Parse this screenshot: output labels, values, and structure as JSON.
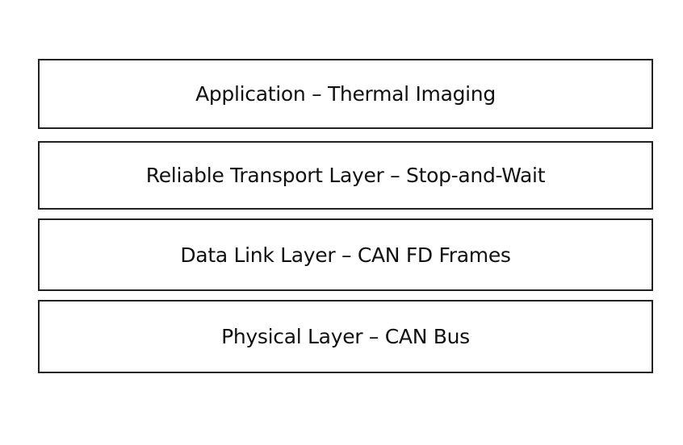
{
  "diagram": {
    "layers": [
      {
        "label": "Application – Thermal Imaging"
      },
      {
        "label": "Reliable Transport Layer – Stop-and-Wait"
      },
      {
        "label": "Data Link Layer – CAN FD Frames"
      },
      {
        "label": "Physical Layer – CAN Bus"
      }
    ]
  }
}
